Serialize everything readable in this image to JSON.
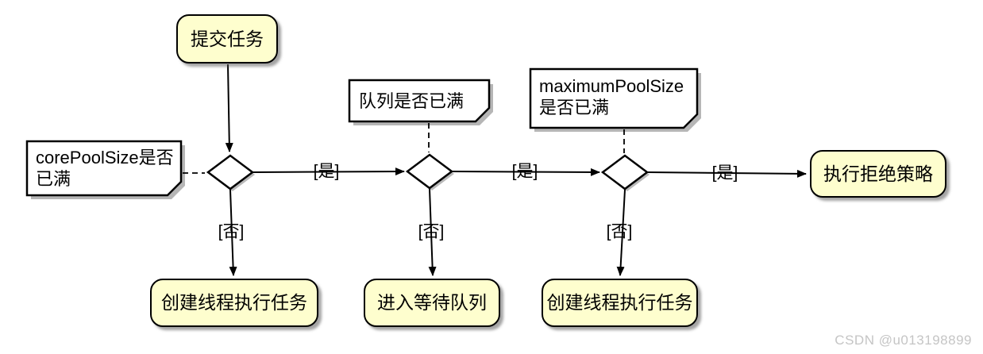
{
  "colors": {
    "background": "#ffffff",
    "node_fill": "#fefece",
    "node_border": "#000000",
    "diamond_fill": "#ffffff",
    "note_fill": "#ffffff",
    "shadow": "#9e9e9e",
    "line": "#000000",
    "text": "#000000",
    "watermark_text": "#c5c5c5"
  },
  "nodes": {
    "submit": "提交任务",
    "create_thread_left": "创建线程执行任务",
    "enqueue": "进入等待队列",
    "create_thread_right": "创建线程执行任务",
    "reject": "执行拒绝策略"
  },
  "notes": {
    "core_pool_size": {
      "line1": "corePoolSize是否",
      "line2": "已满"
    },
    "queue": {
      "line1": "队列是否已满"
    },
    "maximum_pool_size": {
      "line1": "maximumPoolSize",
      "line2": "是否已满"
    }
  },
  "edge_labels": {
    "yes": "[是]",
    "no": "[否]"
  },
  "watermark": "CSDN @u013198899"
}
